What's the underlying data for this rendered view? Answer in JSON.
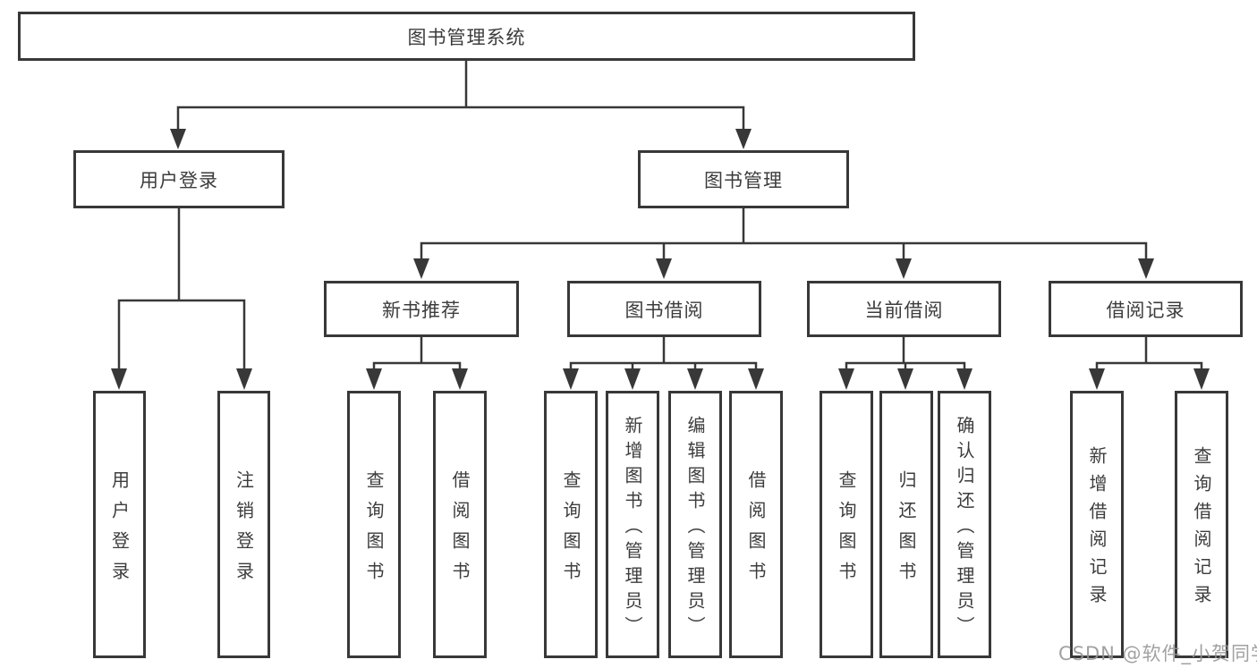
{
  "diagram": {
    "type": "hierarchy-tree",
    "line_color": "#383838",
    "box_border_color": "#383838",
    "text_color": "#3c3c3c",
    "background": "#ffffff"
  },
  "tree": {
    "root": {
      "label": "图书管理系统"
    },
    "branches": [
      {
        "label": "用户登录",
        "children": [
          {
            "label": "用户登录"
          },
          {
            "label": "注销登录"
          }
        ]
      },
      {
        "label": "图书管理",
        "children": [
          {
            "label": "新书推荐",
            "children": [
              {
                "label": "查询图书"
              },
              {
                "label": "借阅图书"
              }
            ]
          },
          {
            "label": "图书借阅",
            "children": [
              {
                "label": "查询图书"
              },
              {
                "label": "新增图书（管理员）"
              },
              {
                "label": "编辑图书（管理员）"
              },
              {
                "label": "借阅图书"
              }
            ]
          },
          {
            "label": "当前借阅",
            "children": [
              {
                "label": "查询图书"
              },
              {
                "label": "归还图书"
              },
              {
                "label": "确认归还（管理员）"
              }
            ]
          },
          {
            "label": "借阅记录",
            "children": [
              {
                "label": "新增借阅记录"
              },
              {
                "label": "查询借阅记录"
              }
            ]
          }
        ]
      }
    ]
  },
  "watermark": {
    "text": "CSDN @软件_小贺同学",
    "color": "#949494"
  }
}
